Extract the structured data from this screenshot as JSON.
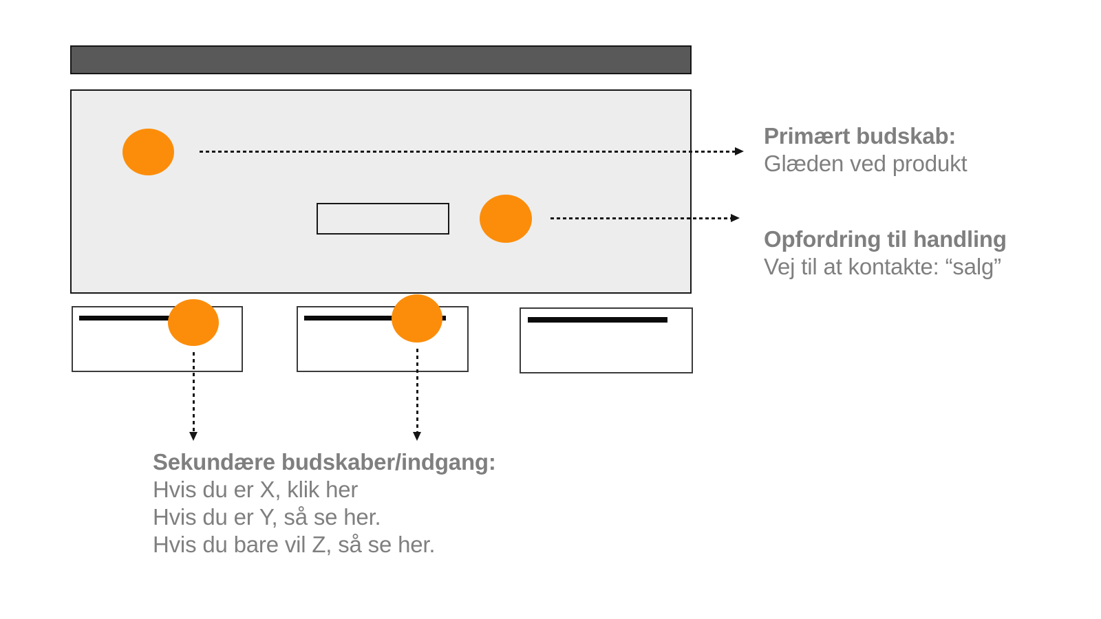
{
  "colors": {
    "accent_orange": "#FC8D0A",
    "navbar_fill": "#595959",
    "hero_fill": "#EDEDED",
    "outline_dark": "#161616",
    "card_border": "#3A3A3A",
    "bar_black": "#0B0B0B",
    "annotation_text": "#7F7F7F",
    "arrow_black": "#151515"
  },
  "icons": {
    "highlight_dot": "orange-filled-circle",
    "annotation_arrow": "dotted-line-with-arrowhead"
  },
  "annotations": {
    "primary": {
      "title": "Primært budskab:",
      "body": "Glæden ved produkt"
    },
    "cta": {
      "title": "Opfordring til handling",
      "body": "Vej til at kontakte: “salg”"
    },
    "secondary": {
      "title": "Sekundære budskaber/indgang:",
      "lines": [
        "Hvis du er X, klik her",
        "Hvis du er Y, så se her.",
        "Hvis du bare vil Z, så se her."
      ]
    }
  }
}
